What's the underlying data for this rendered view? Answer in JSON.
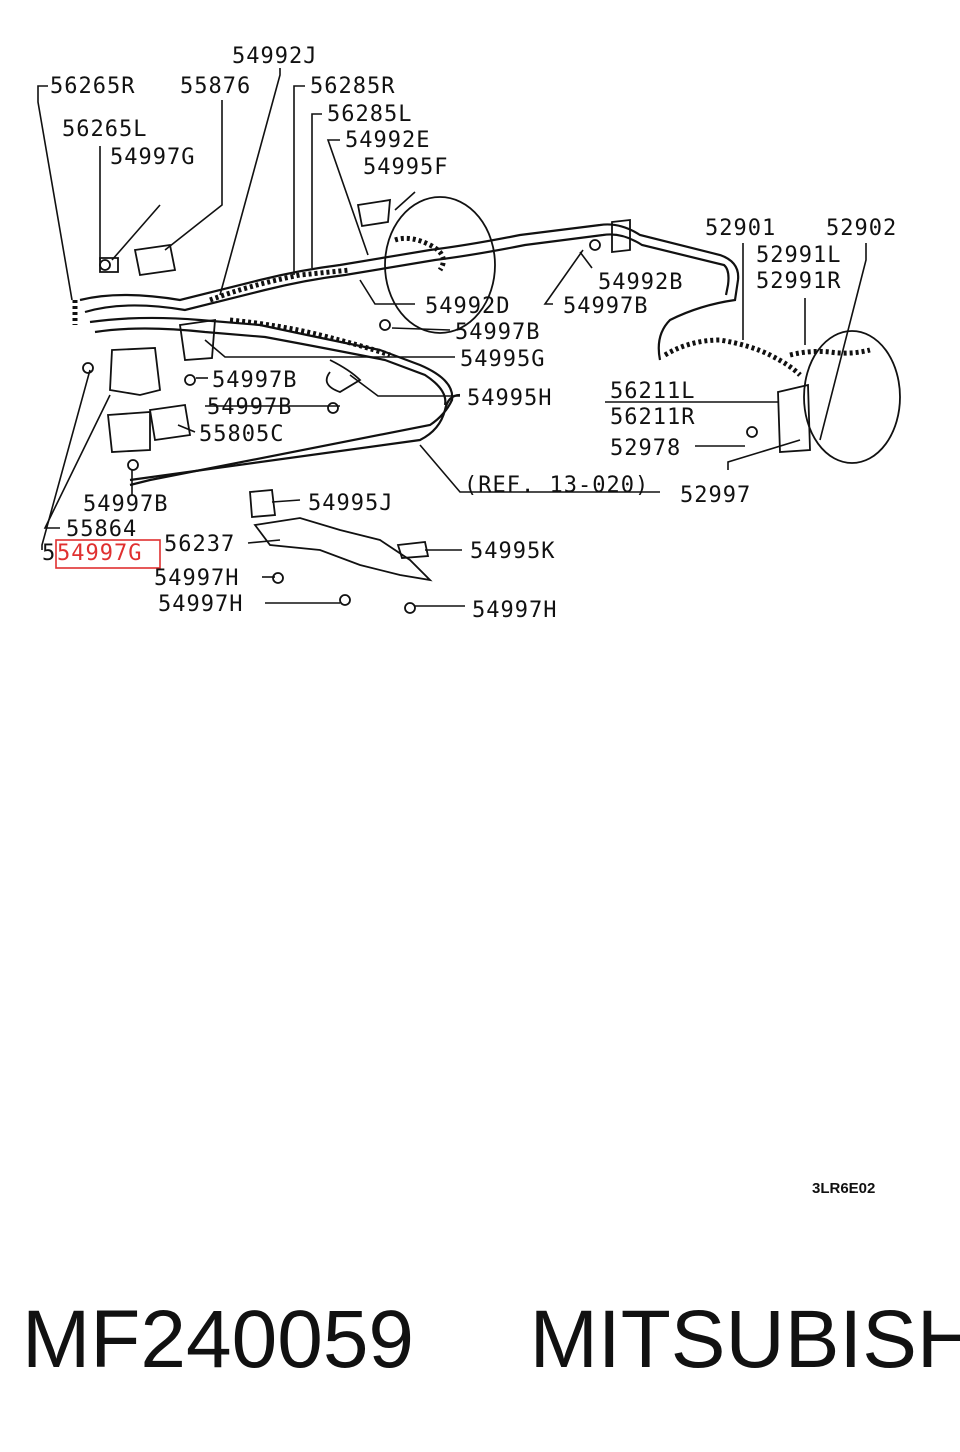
{
  "labels": {
    "l_54992J": "54992J",
    "l_56265R": "56265R",
    "l_55876": "55876",
    "l_56285R": "56285R",
    "l_56285L": "56285L",
    "l_56265L": "56265L",
    "l_54992E": "54992E",
    "l_54997G_top": "54997G",
    "l_54995F": "54995F",
    "l_52901": "52901",
    "l_52902": "52902",
    "l_52991L": "52991L",
    "l_52991R": "52991R",
    "l_54992B": "54992B",
    "l_54992D": "54992D",
    "l_54997B_1": "54997B",
    "l_54997B_2": "54997B",
    "l_54995G": "54995G",
    "l_54997B_3": "54997B",
    "l_56211L": "56211L",
    "l_56211R": "56211R",
    "l_54997B_4": "54997B",
    "l_54995H": "54995H",
    "l_55805C": "55805C",
    "l_52978": "52978",
    "l_ref": "(REF. 13-020)",
    "l_52997": "52997",
    "l_54997B_5": "54997B",
    "l_54995J": "54995J",
    "l_55864": "55864",
    "l_56237": "56237",
    "l_54995K": "54995K",
    "l_54997G_hl": "54997G",
    "l_54997H_1": "54997H",
    "l_54997H_2": "54997H",
    "l_54997H_3": "54997H",
    "l_5": "5"
  },
  "diagram_code": "3LR6E02",
  "caption": {
    "part_number": "MF240059",
    "brand": "MITSUBISHI"
  },
  "highlight_color": "#e03030"
}
